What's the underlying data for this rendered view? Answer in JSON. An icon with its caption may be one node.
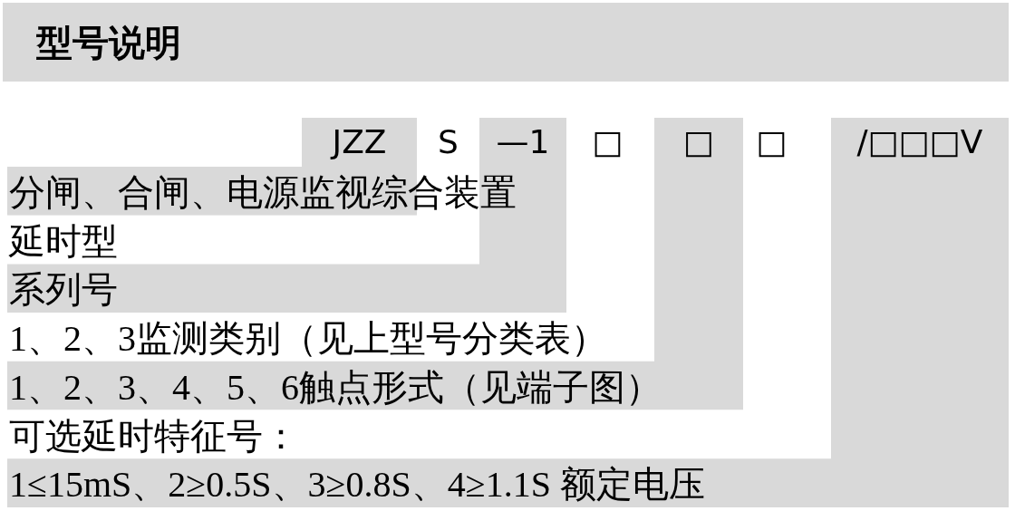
{
  "diagram": {
    "title": "型号说明",
    "nodes": [
      {
        "text": [
          "JZZ",
          "分闸、合闸、电源监视综合装置"
        ]
      },
      {
        "text": [
          "S",
          "延时型"
        ]
      },
      {
        "text": [
          "—1",
          "系列号"
        ]
      },
      {
        "text": [
          "□",
          "1、2、3监测类别（见上型号分类表）"
        ]
      },
      {
        "text": [
          "□",
          "1、2、3、4、5、6触点形式（见端子图）"
        ]
      },
      {
        "text": [
          "□",
          "可选延时特征号："
        ]
      },
      {
        "text": [
          "/□□□V",
          "1≤15mS、2≥0.5S、3≥0.8S、4≥1.1S 额定电压"
        ]
      }
    ]
  }
}
